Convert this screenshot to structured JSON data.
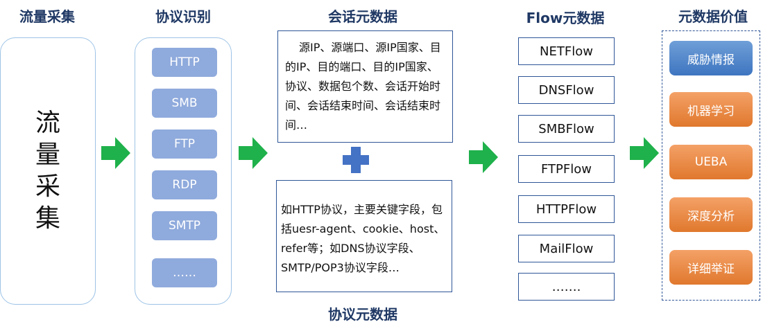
{
  "capture": {
    "heading": "流量采集",
    "chars": [
      "流",
      "量",
      "采",
      "集"
    ]
  },
  "protocol": {
    "heading": "协议识别",
    "items": [
      "HTTP",
      "SMB",
      "FTP",
      "RDP",
      "SMTP",
      "……"
    ]
  },
  "session": {
    "heading": "会话元数据",
    "text": "源IP、源端口、源IP国家、目的IP、目的端口、目的IP国家、协议、数据包个数、会话开始时间、会话结束时间、会话结束时间…"
  },
  "protocol_meta": {
    "heading": "协议元数据",
    "text": "如HTTP协议，主要关键字段，包括uesr-agent、cookie、host、refer等；如DNS协议字段、SMTP/POP3协议字段…"
  },
  "flow": {
    "heading": "Flow元数据",
    "items": [
      "NETFlow",
      "DNSFlow",
      "SMBFlow",
      "FTPFlow",
      "HTTPFlow",
      "MailFlow",
      "……."
    ]
  },
  "value": {
    "heading": "元数据价值",
    "items": [
      "威胁情报",
      "机器学习",
      "UEBA",
      "深度分析",
      "详细举证"
    ]
  },
  "colors": {
    "heading": "#1f3864",
    "arrow": "#1fb14b",
    "plus": "#4472c4",
    "protocol_item": "#8faadc",
    "value_blue": "#3e75c0",
    "value_orange": "#e0782d"
  }
}
